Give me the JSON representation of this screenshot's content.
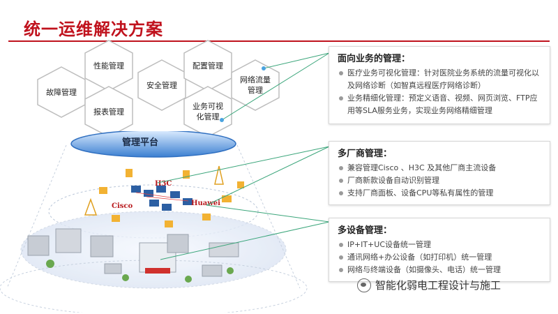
{
  "title": "统一运维解决方案",
  "hexagons": [
    {
      "label": "故障管理"
    },
    {
      "label": "性能管理"
    },
    {
      "label": "报表管理"
    },
    {
      "label": "安全管理"
    },
    {
      "label": "配置管理"
    },
    {
      "label": "业务可视化管理"
    },
    {
      "label": "网络流量管理"
    }
  ],
  "platform": {
    "label": "管理平台"
  },
  "brands": {
    "h3c": "H3C",
    "cisco": "Cisco",
    "huawei": "Huawei"
  },
  "panels": [
    {
      "title": "面向业务的管理：",
      "items": [
        "医疗业务可视化管理：针对医院业务系统的流量可视化以及网络诊断（如智真远程医疗网络诊断）",
        "业务精细化管理：预定义语音、视频、网页浏览、FTP应用等SLA服务业务，实现业务网络精细管理"
      ]
    },
    {
      "title": "多厂商管理：",
      "items": [
        "兼容管理Cisco 、H3C 及其他厂商主流设备",
        "厂商新款设备自动识别管理",
        "支持厂商面板、设备CPU等私有属性的管理"
      ]
    },
    {
      "title": "多设备管理：",
      "items": [
        "IP+IT+UC设备统一管理",
        "通讯网络+办公设备（如打印机）统一管理",
        "网络与终端设备（如摄像头、电话）统一管理"
      ]
    }
  ],
  "watermark": "智能化弱电工程设计与施工",
  "colors": {
    "accent": "#c0121d",
    "connector": "#3aa57a",
    "platform": "#2f6fc0"
  }
}
